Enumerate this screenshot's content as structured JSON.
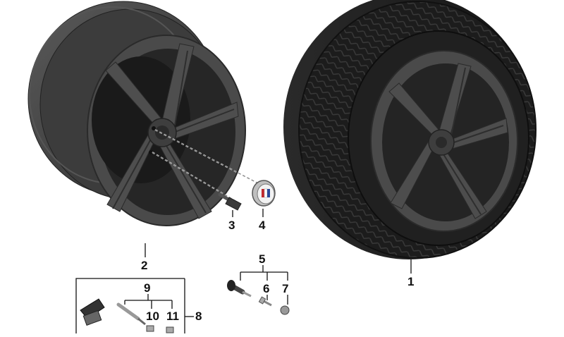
{
  "callouts": {
    "c1": "1",
    "c2": "2",
    "c3": "3",
    "c4": "4",
    "c5": "5",
    "c6": "6",
    "c7": "7",
    "c8": "8",
    "c9": "9",
    "c10": "10",
    "c11": "11"
  },
  "colors": {
    "rim": "#4a4a4a",
    "rim_dark": "#2f2f2f",
    "tire": "#1e1e1e",
    "leader_line": "#111111",
    "cap_red": "#c0282d",
    "cap_blue": "#2a4a9a"
  },
  "parts": [
    "complete-wheel-with-tire",
    "light-alloy-rim",
    "wheel-bolt",
    "hub-cap",
    "valve-kit",
    "valve-insert",
    "valve-cap",
    "tire-pressure-sensor-kit",
    "tpms-sensor",
    "sensor-valve",
    "sensor-nut"
  ]
}
